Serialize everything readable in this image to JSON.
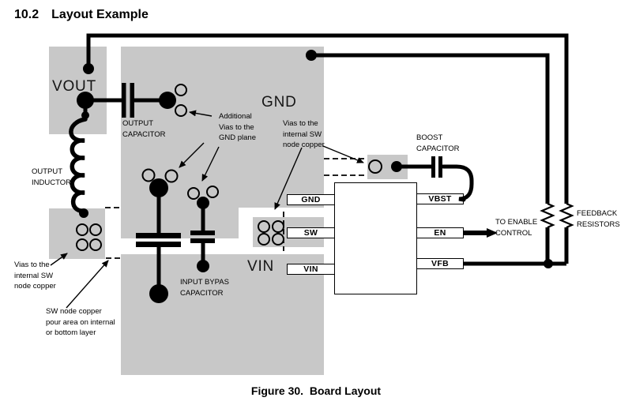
{
  "heading": {
    "number": "10.2",
    "title": "Layout Example"
  },
  "figure_caption": "Figure 30.  Board Layout",
  "plane_labels": {
    "vout": "VOUT",
    "gnd": "GND",
    "vin": "VIN"
  },
  "component_labels": {
    "output_capacitor": "OUTPUT\nCAPACITOR",
    "output_inductor": "OUTPUT\nINDUCTOR",
    "boost_capacitor": "BOOST\nCAPACITOR",
    "input_bypass_capacitor": "INPUT BYPAS\nCAPACITOR",
    "feedback_resistors": "FEEDBACK\nRESISTORS",
    "to_enable_control": "TO ENABLE\nCONTROL"
  },
  "annotations": {
    "additional_vias": "Additional\nVias to the\nGND plane",
    "vias_sw_right": "Vias to the\ninternal SW\nnode copper",
    "vias_sw_left": "Vias to the\ninternal SW\nnode copper",
    "sw_pour": "SW node copper\npour area on internal\nor bottom layer"
  },
  "ic": {
    "pins_left": [
      "GND",
      "SW",
      "VIN"
    ],
    "pins_right": [
      "VBST",
      "EN",
      "VFB"
    ]
  },
  "colors": {
    "copper_gray": "#c8c8c8",
    "line_black": "#000000"
  }
}
